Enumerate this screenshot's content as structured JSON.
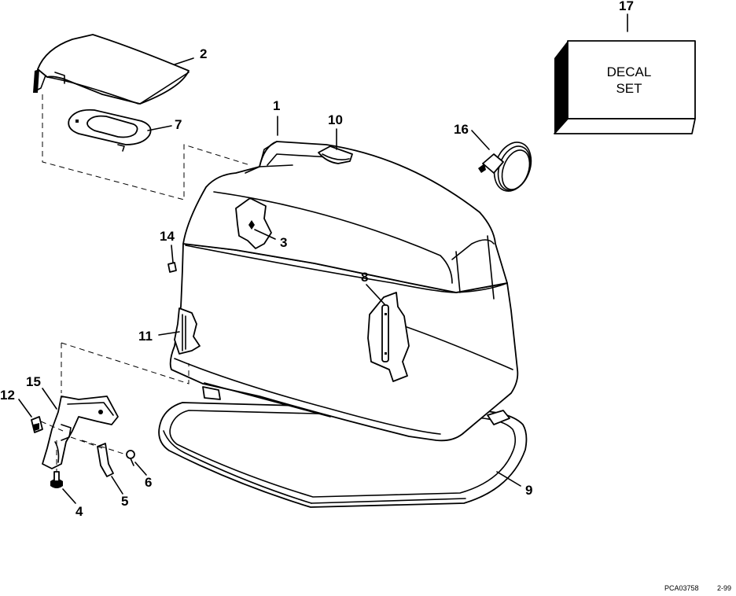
{
  "labels": {
    "n1": "1",
    "n2": "2",
    "n3": "3",
    "n4": "4",
    "n5": "5",
    "n6": "6",
    "n7": "7",
    "n8": "8",
    "n9": "9",
    "n10": "10",
    "n11": "11",
    "n12": "12",
    "n14": "14",
    "n15": "15",
    "n16": "16",
    "n17": "17"
  },
  "decal": {
    "line1": "DECAL",
    "line2": "SET"
  },
  "footer": {
    "code": "PCA03758",
    "date": "2-99"
  }
}
